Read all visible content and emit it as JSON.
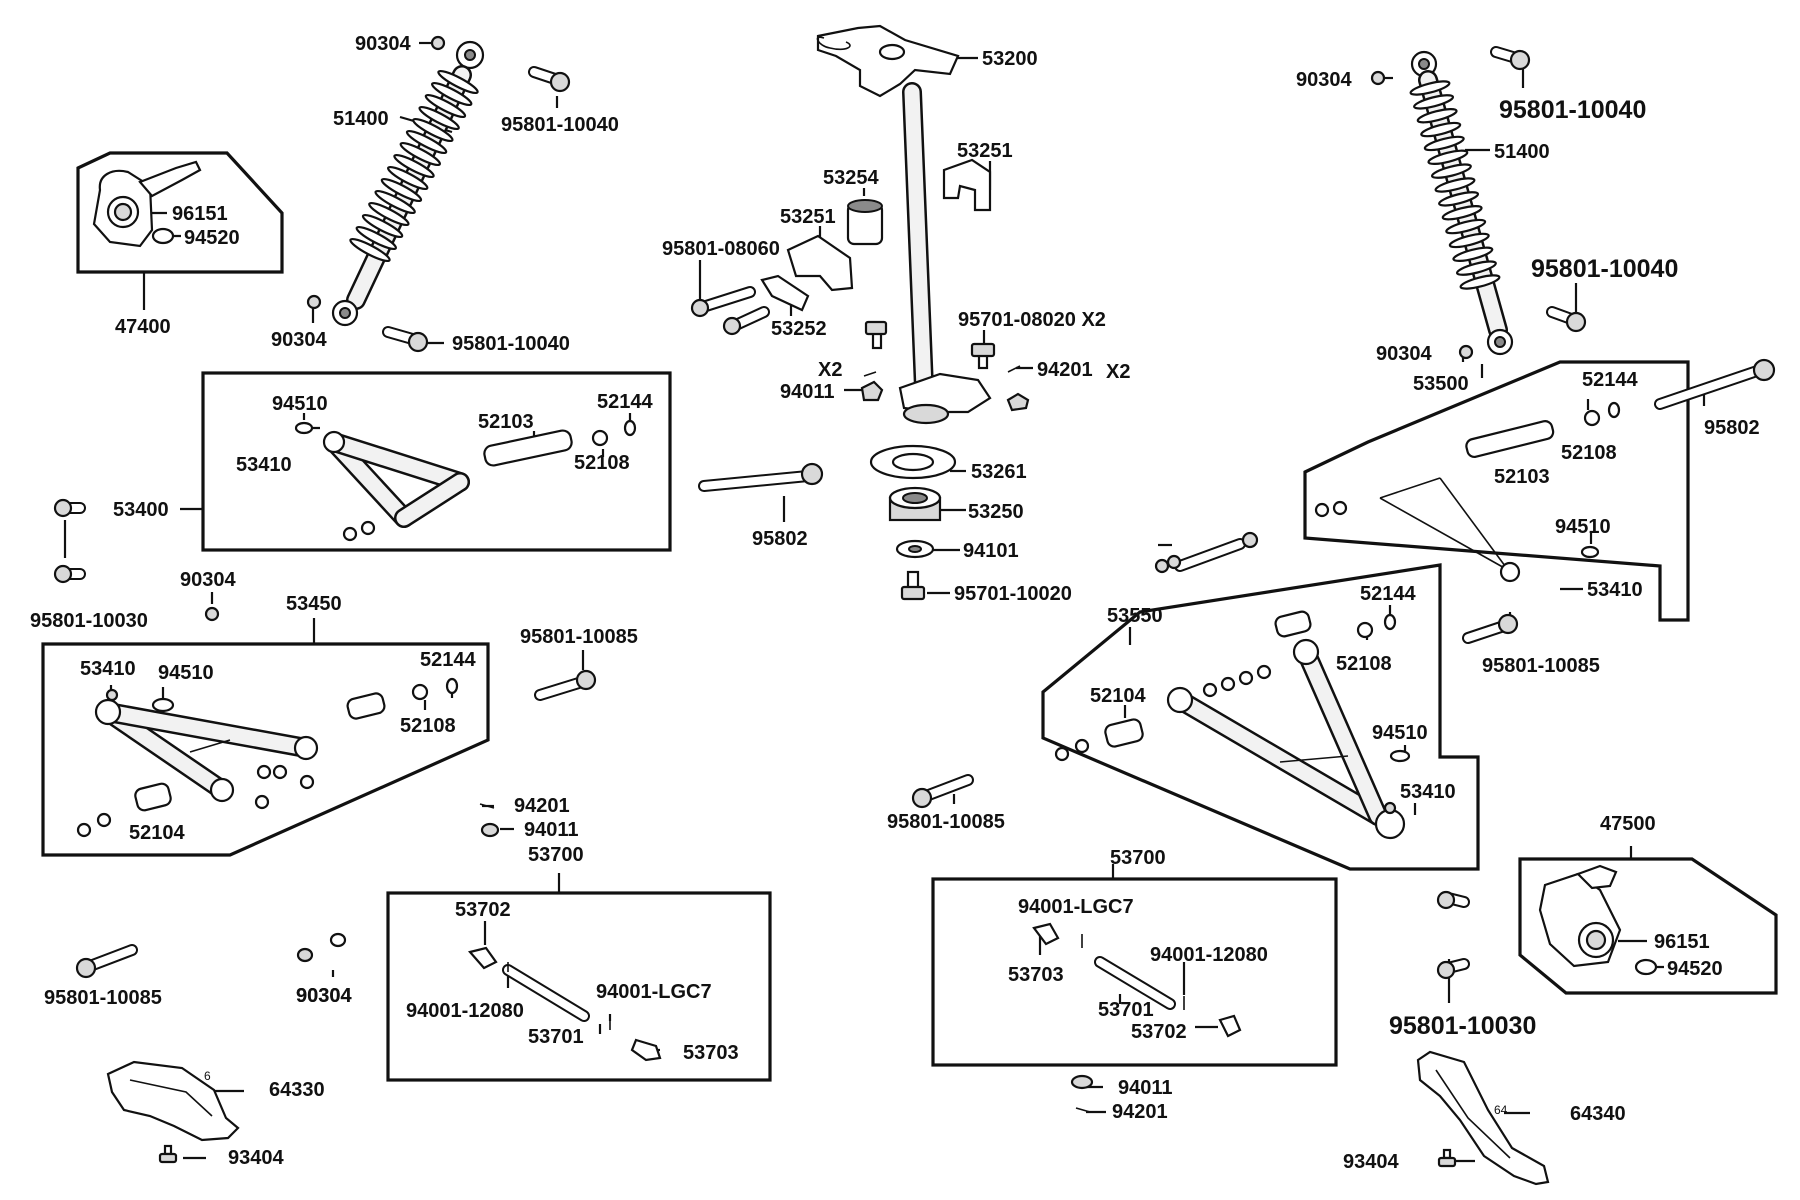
{
  "diagram": {
    "labels": [
      {
        "id": "lbl_90304_a",
        "text": "90304"
      },
      {
        "id": "lbl_51400_a",
        "text": "51400"
      },
      {
        "id": "lbl_95801_10040_a",
        "text": "95801-10040"
      },
      {
        "id": "lbl_96151_a",
        "text": "96151"
      },
      {
        "id": "lbl_94520_a",
        "text": "94520"
      },
      {
        "id": "lbl_47400",
        "text": "47400"
      },
      {
        "id": "lbl_90304_b",
        "text": "90304"
      },
      {
        "id": "lbl_95801_10040_b",
        "text": "95801-10040"
      },
      {
        "id": "lbl_53200",
        "text": "53200"
      },
      {
        "id": "lbl_53251_a",
        "text": "53251"
      },
      {
        "id": "lbl_53254",
        "text": "53254"
      },
      {
        "id": "lbl_53251_b",
        "text": "53251"
      },
      {
        "id": "lbl_95801_08060",
        "text": "95801-08060"
      },
      {
        "id": "lbl_53252",
        "text": "53252"
      },
      {
        "id": "lbl_95701_08020",
        "text": "95701-08020 X2"
      },
      {
        "id": "lbl_x2_a",
        "text": "X2"
      },
      {
        "id": "lbl_94201_a",
        "text": "94201"
      },
      {
        "id": "lbl_x2_b",
        "text": "X2"
      },
      {
        "id": "lbl_94011_a",
        "text": "94011"
      },
      {
        "id": "lbl_53261",
        "text": "53261"
      },
      {
        "id": "lbl_53250",
        "text": "53250"
      },
      {
        "id": "lbl_94101",
        "text": "94101"
      },
      {
        "id": "lbl_95701_10020",
        "text": "95701-10020"
      },
      {
        "id": "lbl_90304_c",
        "text": "90304"
      },
      {
        "id": "lbl_95801_10040_c",
        "text": "95801-10040"
      },
      {
        "id": "lbl_51400_b",
        "text": "51400"
      },
      {
        "id": "lbl_95801_10040_d",
        "text": "95801-10040"
      },
      {
        "id": "lbl_90304_d",
        "text": "90304"
      },
      {
        "id": "lbl_53500",
        "text": "53500"
      },
      {
        "id": "lbl_52144_c",
        "text": "52144"
      },
      {
        "id": "lbl_52108_c",
        "text": "52108"
      },
      {
        "id": "lbl_52103_b",
        "text": "52103"
      },
      {
        "id": "lbl_95802_b",
        "text": "95802"
      },
      {
        "id": "lbl_94510_c",
        "text": "94510"
      },
      {
        "id": "lbl_53410_c",
        "text": "53410"
      },
      {
        "id": "lbl_94510_a",
        "text": "94510"
      },
      {
        "id": "lbl_52103_a",
        "text": "52103"
      },
      {
        "id": "lbl_52144_a",
        "text": "52144"
      },
      {
        "id": "lbl_53410_a",
        "text": "53410"
      },
      {
        "id": "lbl_52108_a",
        "text": "52108"
      },
      {
        "id": "lbl_53400",
        "text": "53400"
      },
      {
        "id": "lbl_95802_a",
        "text": "95802"
      },
      {
        "id": "lbl_90304_e",
        "text": "90304"
      },
      {
        "id": "lbl_95801_10030_a",
        "text": "95801-10030"
      },
      {
        "id": "lbl_90304_f",
        "text": "90304"
      },
      {
        "id": "lbl_53450",
        "text": "53450"
      },
      {
        "id": "lbl_95801_10085_a",
        "text": "95801-10085"
      },
      {
        "id": "lbl_53410_b",
        "text": "53410"
      },
      {
        "id": "lbl_94510_b",
        "text": "94510"
      },
      {
        "id": "lbl_52144_b",
        "text": "52144"
      },
      {
        "id": "lbl_52108_b",
        "text": "52108"
      },
      {
        "id": "lbl_52104_a",
        "text": "52104"
      },
      {
        "id": "lbl_53550",
        "text": "53550"
      },
      {
        "id": "lbl_52144_d",
        "text": "52144"
      },
      {
        "id": "lbl_52108_d",
        "text": "52108"
      },
      {
        "id": "lbl_95801_10085_b",
        "text": "95801-10085"
      },
      {
        "id": "lbl_52104_b",
        "text": "52104"
      },
      {
        "id": "lbl_94510_d",
        "text": "94510"
      },
      {
        "id": "lbl_53410_d",
        "text": "53410"
      },
      {
        "id": "lbl_94201_b",
        "text": "94201"
      },
      {
        "id": "lbl_94011_b",
        "text": "94011"
      },
      {
        "id": "lbl_53700_a",
        "text": "53700"
      },
      {
        "id": "lbl_95801_10085_c",
        "text": "95801-10085"
      },
      {
        "id": "lbl_47500",
        "text": "47500"
      },
      {
        "id": "lbl_53702_a",
        "text": "53702"
      },
      {
        "id": "lbl_94001_12080_a",
        "text": "94001-12080"
      },
      {
        "id": "lbl_94001_lgc7_a",
        "text": "94001-LGC7"
      },
      {
        "id": "lbl_53701_a",
        "text": "53701"
      },
      {
        "id": "lbl_53703_a",
        "text": "53703"
      },
      {
        "id": "lbl_95801_10085_d",
        "text": "95801-10085"
      },
      {
        "id": "lbl_90304_g",
        "text": "90304"
      },
      {
        "id": "lbl_53700_b",
        "text": "53700"
      },
      {
        "id": "lbl_94001_lgc7_b",
        "text": "94001-LGC7"
      },
      {
        "id": "lbl_53703_b",
        "text": "53703"
      },
      {
        "id": "lbl_94001_12080_b",
        "text": "94001-12080"
      },
      {
        "id": "lbl_53701_b",
        "text": "53701"
      },
      {
        "id": "lbl_53702_b",
        "text": "53702"
      },
      {
        "id": "lbl_96151_b",
        "text": "96151"
      },
      {
        "id": "lbl_94520_b",
        "text": "94520"
      },
      {
        "id": "lbl_95801_10030_b",
        "text": "95801-10030"
      },
      {
        "id": "lbl_94011_c",
        "text": "94011"
      },
      {
        "id": "lbl_94201_c",
        "text": "94201"
      },
      {
        "id": "lbl_64330",
        "text": "64330"
      },
      {
        "id": "lbl_93404_a",
        "text": "93404"
      },
      {
        "id": "lbl_64340",
        "text": "64340"
      },
      {
        "id": "lbl_93404_b",
        "text": "93404"
      },
      {
        "id": "lbl_guard_mark_a",
        "text": "6"
      },
      {
        "id": "lbl_guard_mark_b",
        "text": "64"
      }
    ]
  }
}
